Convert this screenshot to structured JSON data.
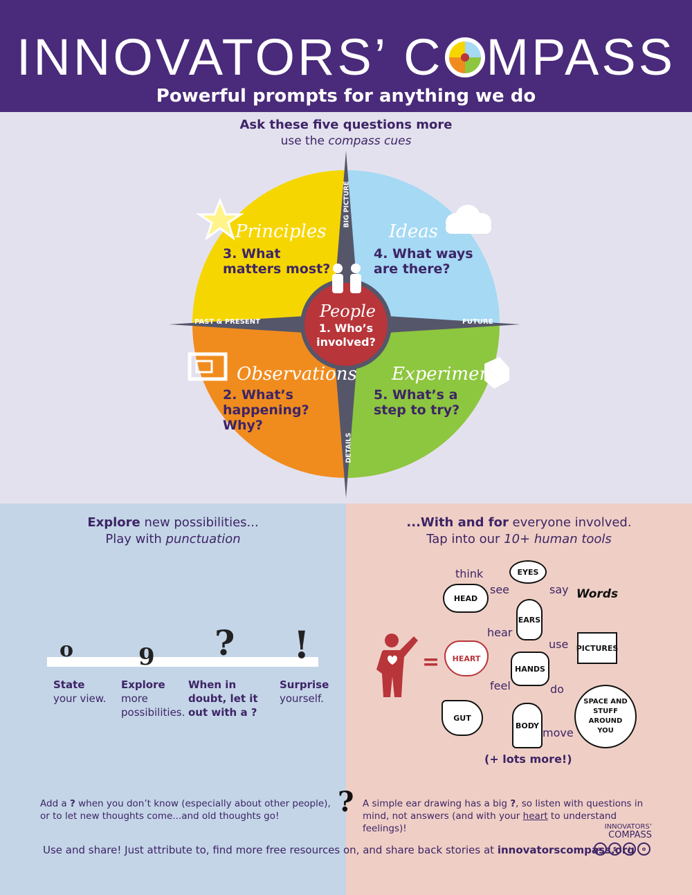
{
  "header": {
    "title_before": "INNOVATORS’ C",
    "title_after": "MPASS",
    "subtitle": "Powerful prompts for anything we do"
  },
  "intro": {
    "line1": "Ask these five questions more",
    "line2_prefix": "use the ",
    "line2_italic": "compass cues"
  },
  "compass": {
    "axes": {
      "top": "BIG PICTURE",
      "bottom": "DETAILS",
      "left": "PAST & PRESENT",
      "right": "FUTURE"
    },
    "center": {
      "label": "People",
      "question": "1. Who’s involved?"
    },
    "quadrants": [
      {
        "label": "Principles",
        "question": "3. What matters most?",
        "color": "#f6d600"
      },
      {
        "label": "Ideas",
        "question": "4. What ways are there?",
        "color": "#a5d9f4"
      },
      {
        "label": "Observations",
        "question": "2. What’s happening? Why?",
        "color": "#f08c1e"
      },
      {
        "label": "Experiments",
        "question": "5. What’s a step to try?",
        "color": "#8dc63f"
      }
    ],
    "center_color": "#b8353a"
  },
  "explore": {
    "bold": "Explore",
    "rest": " new possibilities...",
    "line2_prefix": "Play with ",
    "line2_italic": "punctuation",
    "marks": [
      {
        "symbol": "o",
        "bold": "State",
        "text": "your view."
      },
      {
        "symbol": "9",
        "bold": "Explore",
        "text": "more possibilities."
      },
      {
        "symbol": "?",
        "bold": "When in doubt, let it out with a ?",
        "text": ""
      },
      {
        "symbol": "!",
        "bold": "Surprise",
        "text": "yourself."
      }
    ]
  },
  "tools": {
    "bold": "...With and for",
    "rest": " everyone involved.",
    "line2_prefix": "Tap into our ",
    "line2_italic": "10+ human tools",
    "verbs": [
      "think",
      "see",
      "say",
      "hear",
      "use",
      "feel",
      "do",
      "move"
    ],
    "items": [
      "HEAD",
      "EYES",
      "Words",
      "EARS",
      "PICTURES",
      "HEART",
      "HANDS",
      "GUT",
      "BODY",
      "SPACE AND STUFF AROUND YOU"
    ],
    "more": "(+ lots more!)",
    "equals": "="
  },
  "footer": {
    "left_line1a": "Add a ",
    "left_line1b": "?",
    "left_line1c": " when you don’t know (especially about other people),",
    "left_line2": "or to let new thoughts come...and old thoughts go!",
    "right_line1a": "A simple ear drawing has a big ",
    "right_line1b": "?",
    "right_line1c": ", so listen with questions in",
    "right_line2a": "mind, not answers (and with your ",
    "right_line2b": "heart",
    "right_line2c": " to understand feelings)!",
    "share_text": "Use and share! Just attribute to, find more free resources on, and share back stories at ",
    "share_url": "innovatorscompass.org",
    "brand_top": "INNOVATORS’",
    "brand_bottom": "COMPASS",
    "cc_icons": [
      "cc",
      "$",
      "i",
      "o"
    ]
  }
}
